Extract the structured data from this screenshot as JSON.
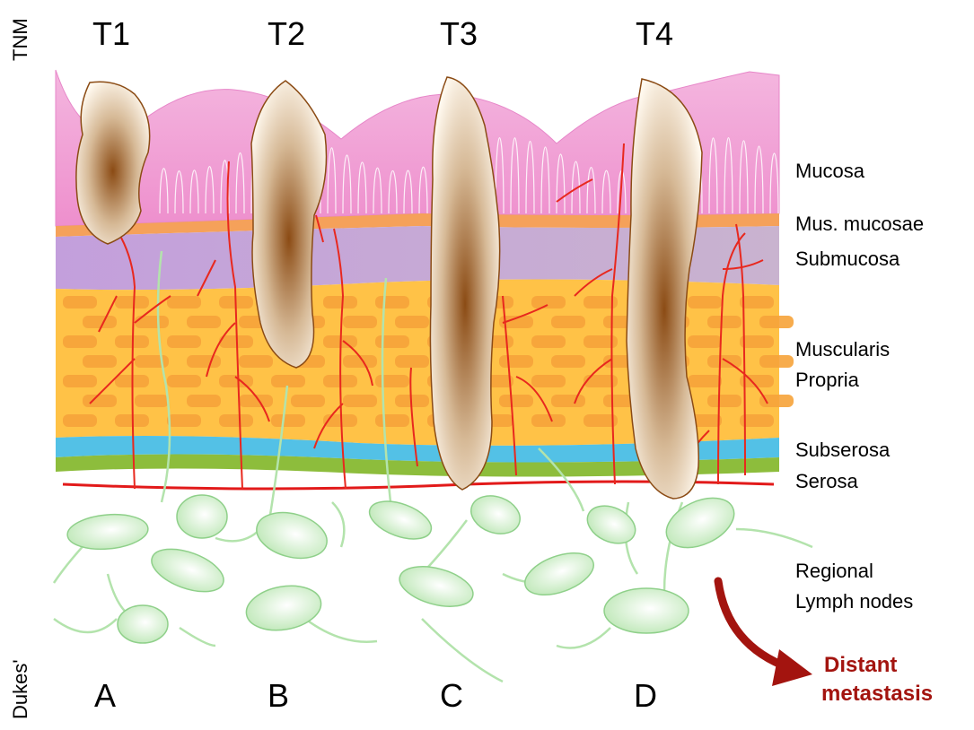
{
  "side_labels": {
    "top": "TNM",
    "bottom": "Dukes'"
  },
  "t_stages": [
    "T1",
    "T2",
    "T3",
    "T4"
  ],
  "dukes_stages": [
    "A",
    "B",
    "C",
    "D"
  ],
  "layers": {
    "mucosa": "Mucosa",
    "mus_mucosae": "Mus. mucosae",
    "submucosa": "Submucosa",
    "muscularis_line1": "Muscularis",
    "muscularis_line2": "Propria",
    "subserosa": "Subserosa",
    "serosa": "Serosa",
    "lymph_line1": "Regional",
    "lymph_line2": "Lymph nodes"
  },
  "metastasis": {
    "line1": "Distant",
    "line2": "metastasis"
  },
  "colors": {
    "mucosa": "#f2a6d6",
    "mus_mucosae": "#f5a15a",
    "submucosa": "#c7a6d8",
    "muscularis": "#ffc247",
    "muscle_cell": "#f7a43a",
    "subserosa": "#53c1e6",
    "serosa": "#8dbd3c",
    "serosa_line": "#e21a1a",
    "vessel": "#e8281e",
    "lymph": "#cfeec9",
    "lymph_stroke": "#8fd08a",
    "tumor_light": "#fff9ef",
    "tumor_dark": "#8b4b14",
    "metastasis": "#a3140f"
  }
}
